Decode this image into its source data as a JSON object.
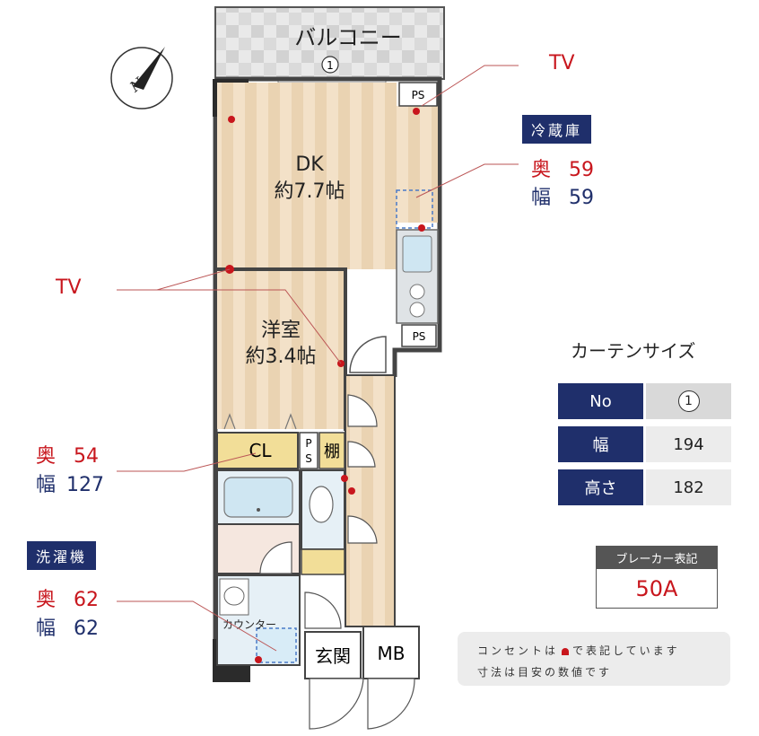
{
  "rooms": {
    "balcony": "バルコニー",
    "balcony_no": "1",
    "dk": "DK",
    "dk_size": "約7.7帖",
    "western": "洋室",
    "western_size": "約3.4帖",
    "closet": "CL",
    "ps_vertical": "PS",
    "shelf": "棚",
    "entrance": "玄関",
    "mb": "MB",
    "ps_top": "PS",
    "ps_mid": "PS",
    "counter": "カウンター"
  },
  "compass": {
    "letter": "N"
  },
  "callouts": {
    "tv_top": "TV",
    "tv_left": "TV",
    "fridge": {
      "title": "冷蔵庫",
      "depth_label": "奥",
      "depth_value": "59",
      "width_label": "幅",
      "width_value": "59"
    },
    "closet": {
      "depth_label": "奥",
      "depth_value": "54",
      "width_label": "幅",
      "width_value": "127"
    },
    "washer": {
      "title": "洗濯機",
      "depth_label": "奥",
      "depth_value": "62",
      "width_label": "幅",
      "width_value": "62"
    }
  },
  "curtain": {
    "title": "カーテンサイズ",
    "rows": [
      {
        "label": "No",
        "value": "1"
      },
      {
        "label": "幅",
        "value": "194"
      },
      {
        "label": "高さ",
        "value": "182"
      }
    ]
  },
  "breaker": {
    "title": "ブレーカー表記",
    "value": "50A"
  },
  "note": {
    "line1": "コンセントは",
    "line1b": "で表記しています",
    "line2": "寸法は目安の数値です"
  },
  "colors": {
    "navy": "#1f2f6b",
    "red": "#c8161d",
    "wood": "#f1dcbf",
    "outlet": "#c8161d"
  }
}
